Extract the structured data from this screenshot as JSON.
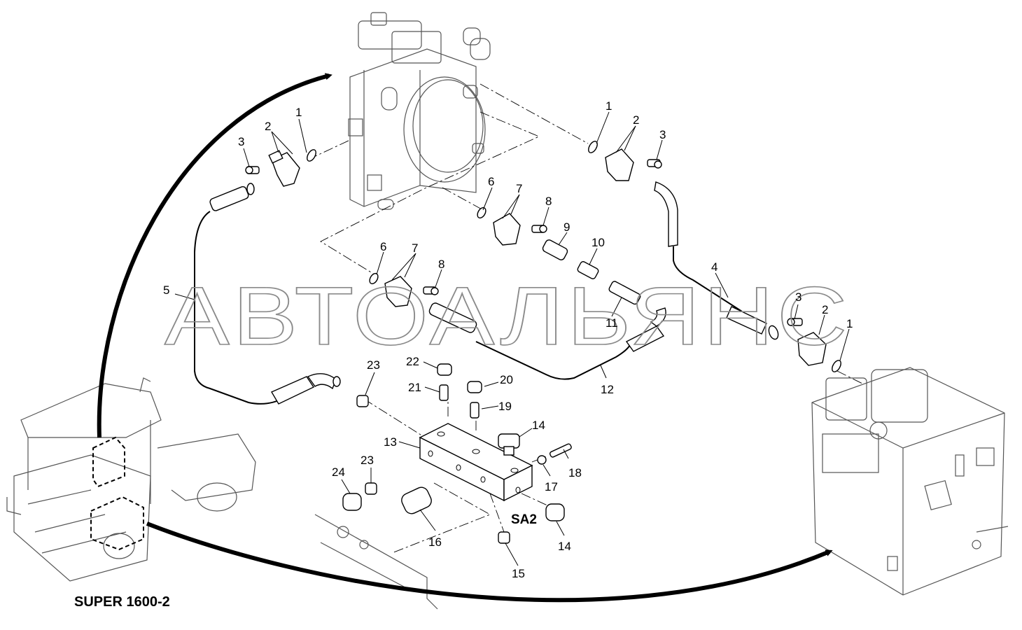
{
  "watermark": "АВТОАЛЬЯНС",
  "model_label": "SUPER 1600-2",
  "block_label": "SA2",
  "callouts": [
    "1",
    "2",
    "3",
    "1",
    "2",
    "3",
    "6",
    "7",
    "8",
    "9",
    "10",
    "6",
    "7",
    "8",
    "4",
    "5",
    "11",
    "3",
    "2",
    "1",
    "12",
    "22",
    "20",
    "21",
    "19",
    "23",
    "14",
    "13",
    "18",
    "24",
    "23",
    "17",
    "16",
    "14",
    "15"
  ],
  "icons": {
    "arrow_top": "curved-arrow-icon",
    "arrow_bottom": "curved-arrow-icon"
  }
}
